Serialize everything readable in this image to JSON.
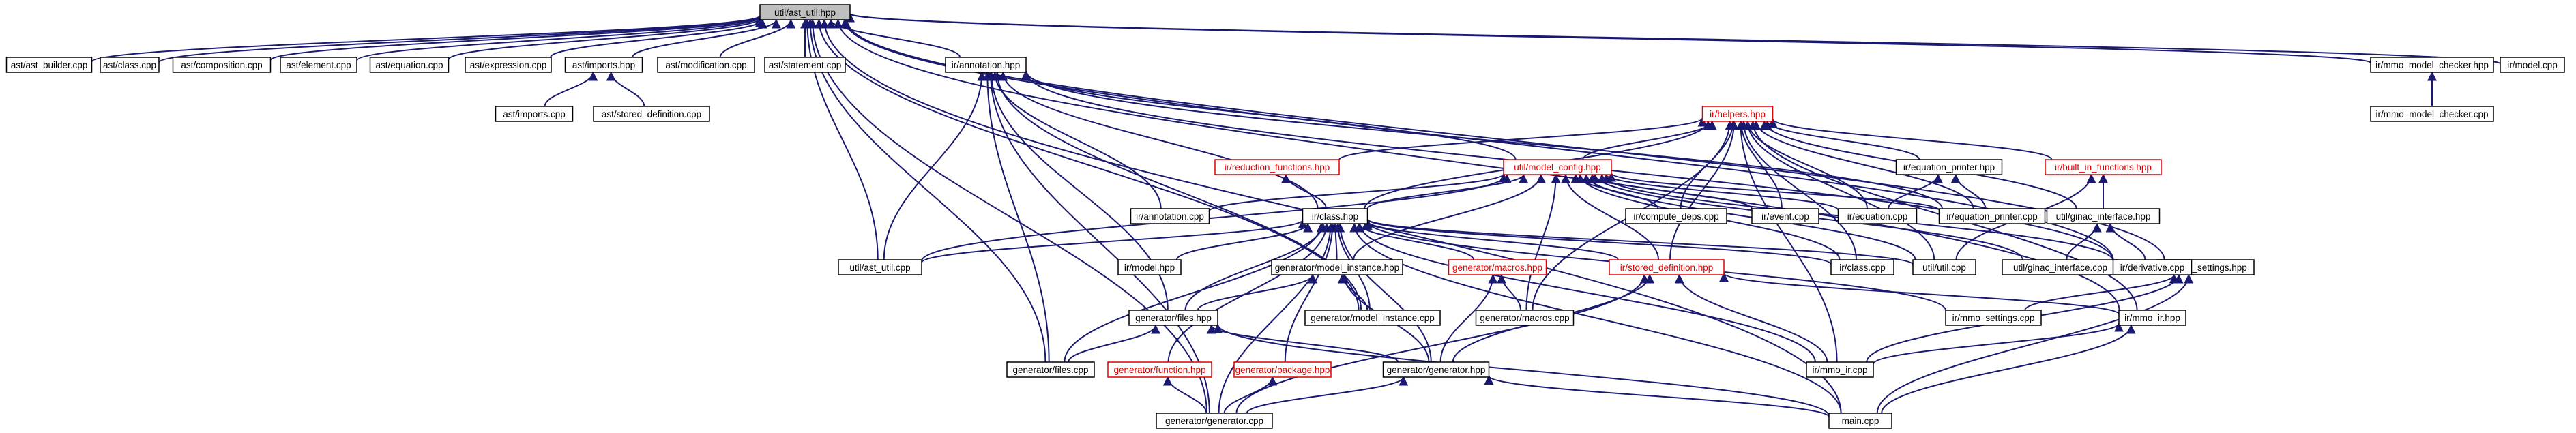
{
  "diagram": {
    "title": "",
    "nodes": [
      {
        "id": "root",
        "label": "util/ast_util.hpp",
        "style": "root"
      },
      {
        "id": "ast_builder_cpp",
        "label": "ast/ast_builder.cpp"
      },
      {
        "id": "ast_class_cpp",
        "label": "ast/class.cpp"
      },
      {
        "id": "ast_composition_cpp",
        "label": "ast/composition.cpp"
      },
      {
        "id": "ast_element_cpp",
        "label": "ast/element.cpp"
      },
      {
        "id": "ast_equation_cpp",
        "label": "ast/equation.cpp"
      },
      {
        "id": "ast_expression_cpp",
        "label": "ast/expression.cpp"
      },
      {
        "id": "ast_imports_hpp",
        "label": "ast/imports.hpp"
      },
      {
        "id": "ast_modification_cpp",
        "label": "ast/modification.cpp"
      },
      {
        "id": "ast_statement_cpp",
        "label": "ast/statement.cpp"
      },
      {
        "id": "ir_annotation_hpp",
        "label": "ir/annotation.hpp"
      },
      {
        "id": "ir_mmo_model_checker_hpp",
        "label": "ir/mmo_model_checker.hpp"
      },
      {
        "id": "ir_model_cpp",
        "label": "ir/model.cpp"
      },
      {
        "id": "ast_imports_cpp",
        "label": "ast/imports.cpp"
      },
      {
        "id": "ast_stored_definition_cpp",
        "label": "ast/stored_definition.cpp"
      },
      {
        "id": "ir_mmo_model_checker_cpp",
        "label": "ir/mmo_model_checker.cpp"
      },
      {
        "id": "ir_helpers_hpp",
        "label": "ir/helpers.hpp",
        "style": "red"
      },
      {
        "id": "ir_reduction_functions_hpp",
        "label": "ir/reduction_functions.hpp",
        "style": "red"
      },
      {
        "id": "util_model_config_hpp",
        "label": "util/model_config.hpp",
        "style": "red"
      },
      {
        "id": "ir_equation_printer_hpp",
        "label": "ir/equation_printer.hpp"
      },
      {
        "id": "ir_built_in_functions_hpp",
        "label": "ir/built_in_functions.hpp",
        "style": "red"
      },
      {
        "id": "ir_annotation_cpp",
        "label": "ir/annotation.cpp"
      },
      {
        "id": "ir_compute_deps_cpp",
        "label": "ir/compute_deps.cpp"
      },
      {
        "id": "ir_event_cpp",
        "label": "ir/event.cpp"
      },
      {
        "id": "ir_equation_cpp",
        "label": "ir/equation.cpp"
      },
      {
        "id": "ir_equation_printer_cpp",
        "label": "ir/equation_printer.cpp"
      },
      {
        "id": "util_ginac_interface_hpp",
        "label": "util/ginac_interface.hpp"
      },
      {
        "id": "ir_class_hpp",
        "label": "ir/class.hpp"
      },
      {
        "id": "ir_mmo_settings_hpp",
        "label": "ir/mmo_settings.hpp"
      },
      {
        "id": "util_ast_util_cpp",
        "label": "util/ast_util.cpp"
      },
      {
        "id": "ir_model_hpp",
        "label": "ir/model.hpp"
      },
      {
        "id": "generator_model_instance_hpp",
        "label": "generator/model_instance.hpp"
      },
      {
        "id": "generator_macros_hpp",
        "label": "generator/macros.hpp",
        "style": "red"
      },
      {
        "id": "ir_stored_definition_hpp",
        "label": "ir/stored_definition.hpp",
        "style": "red"
      },
      {
        "id": "ir_class_cpp",
        "label": "ir/class.cpp"
      },
      {
        "id": "util_util_cpp",
        "label": "util/util.cpp"
      },
      {
        "id": "util_ginac_interface_cpp",
        "label": "util/ginac_interface.cpp"
      },
      {
        "id": "ir_derivative_cpp",
        "label": "ir/derivative.cpp"
      },
      {
        "id": "generator_model_instance_cpp",
        "label": "generator/model_instance.cpp"
      },
      {
        "id": "generator_macros_cpp",
        "label": "generator/macros.cpp"
      },
      {
        "id": "ir_mmo_settings_cpp",
        "label": "ir/mmo_settings.cpp"
      },
      {
        "id": "ir_mmo_ir_hpp",
        "label": "ir/mmo_ir.hpp"
      },
      {
        "id": "generator_files_hpp",
        "label": "generator/files.hpp"
      },
      {
        "id": "generator_files_cpp",
        "label": "generator/files.cpp"
      },
      {
        "id": "generator_function_hpp",
        "label": "generator/function.hpp",
        "style": "red"
      },
      {
        "id": "generator_package_hpp",
        "label": "generator/package.hpp",
        "style": "red"
      },
      {
        "id": "generator_generator_hpp",
        "label": "generator/generator.hpp"
      },
      {
        "id": "ir_mmo_ir_cpp",
        "label": "ir/mmo_ir.cpp"
      },
      {
        "id": "generator_generator_cpp",
        "label": "generator/generator.cpp"
      },
      {
        "id": "main_cpp",
        "label": "main.cpp"
      }
    ],
    "edges": [
      [
        "ast_builder_cpp",
        "root"
      ],
      [
        "ast_class_cpp",
        "root"
      ],
      [
        "ast_composition_cpp",
        "root"
      ],
      [
        "ast_element_cpp",
        "root"
      ],
      [
        "ast_equation_cpp",
        "root"
      ],
      [
        "ast_expression_cpp",
        "root"
      ],
      [
        "ast_imports_hpp",
        "root"
      ],
      [
        "ast_modification_cpp",
        "root"
      ],
      [
        "ast_statement_cpp",
        "root"
      ],
      [
        "ir_annotation_hpp",
        "root"
      ],
      [
        "ir_mmo_model_checker_hpp",
        "root"
      ],
      [
        "ir_model_cpp",
        "root"
      ],
      [
        "ir_mmo_settings_hpp",
        "root"
      ],
      [
        "ir_mmo_ir_hpp",
        "root"
      ],
      [
        "util_ast_util_cpp",
        "root"
      ],
      [
        "ir_derivative_cpp",
        "root"
      ],
      [
        "main_cpp",
        "root"
      ],
      [
        "generator_files_cpp",
        "root"
      ],
      [
        "generator_generator_cpp",
        "root"
      ],
      [
        "generator_model_instance_cpp",
        "root"
      ],
      [
        "ast_imports_cpp",
        "ast_imports_hpp"
      ],
      [
        "ast_stored_definition_cpp",
        "ast_imports_hpp"
      ],
      [
        "ir_mmo_model_checker_cpp",
        "ir_mmo_model_checker_hpp"
      ],
      [
        "ir_annotation_cpp",
        "ir_annotation_hpp"
      ],
      [
        "ir_class_hpp",
        "ir_annotation_hpp"
      ],
      [
        "util_model_config_hpp",
        "ir_annotation_hpp"
      ],
      [
        "util_ast_util_cpp",
        "ir_annotation_hpp"
      ],
      [
        "ir_derivative_cpp",
        "ir_annotation_hpp"
      ],
      [
        "ir_equation_printer_cpp",
        "ir_annotation_hpp"
      ],
      [
        "generator_files_hpp",
        "ir_annotation_hpp"
      ],
      [
        "generator_model_instance_cpp",
        "ir_annotation_hpp"
      ],
      [
        "generator_generator_cpp",
        "ir_annotation_hpp"
      ],
      [
        "generator_files_cpp",
        "ir_annotation_hpp"
      ],
      [
        "ir_reduction_functions_hpp",
        "ir_helpers_hpp"
      ],
      [
        "util_model_config_hpp",
        "ir_helpers_hpp"
      ],
      [
        "ir_compute_deps_cpp",
        "ir_helpers_hpp"
      ],
      [
        "ir_event_cpp",
        "ir_helpers_hpp"
      ],
      [
        "ir_equation_cpp",
        "ir_helpers_hpp"
      ],
      [
        "ir_equation_printer_hpp",
        "ir_helpers_hpp"
      ],
      [
        "ir_equation_printer_cpp",
        "ir_helpers_hpp"
      ],
      [
        "ir_built_in_functions_hpp",
        "ir_helpers_hpp"
      ],
      [
        "util_ginac_interface_hpp",
        "ir_helpers_hpp"
      ],
      [
        "ir_class_hpp",
        "ir_helpers_hpp"
      ],
      [
        "ir_stored_definition_hpp",
        "ir_helpers_hpp"
      ],
      [
        "ir_class_cpp",
        "ir_helpers_hpp"
      ],
      [
        "util_util_cpp",
        "ir_helpers_hpp"
      ],
      [
        "ir_mmo_ir_cpp",
        "ir_helpers_hpp"
      ],
      [
        "ir_mmo_ir_hpp",
        "ir_helpers_hpp"
      ],
      [
        "generator_macros_cpp",
        "ir_helpers_hpp"
      ],
      [
        "ir_equation_cpp",
        "ir_equation_printer_hpp"
      ],
      [
        "ir_equation_printer_cpp",
        "ir_equation_printer_hpp"
      ],
      [
        "util_ginac_interface_hpp",
        "ir_built_in_functions_hpp"
      ],
      [
        "util_util_cpp",
        "ir_built_in_functions_hpp"
      ],
      [
        "ir_class_hpp",
        "ir_reduction_functions_hpp"
      ],
      [
        "ir_class_hpp",
        "util_model_config_hpp"
      ],
      [
        "ir_annotation_cpp",
        "util_model_config_hpp"
      ],
      [
        "ir_compute_deps_cpp",
        "util_model_config_hpp"
      ],
      [
        "ir_event_cpp",
        "util_model_config_hpp"
      ],
      [
        "ir_equation_cpp",
        "util_model_config_hpp"
      ],
      [
        "ir_equation_printer_cpp",
        "util_model_config_hpp"
      ],
      [
        "ir_class_cpp",
        "util_model_config_hpp"
      ],
      [
        "util_util_cpp",
        "util_model_config_hpp"
      ],
      [
        "util_ginac_interface_cpp",
        "util_model_config_hpp"
      ],
      [
        "ir_derivative_cpp",
        "util_model_config_hpp"
      ],
      [
        "ir_stored_definition_hpp",
        "util_model_config_hpp"
      ],
      [
        "util_ast_util_cpp",
        "util_model_config_hpp"
      ],
      [
        "generator_model_instance_hpp",
        "util_model_config_hpp"
      ],
      [
        "generator_macros_cpp",
        "util_model_config_hpp"
      ],
      [
        "util_ginac_interface_cpp",
        "util_ginac_interface_hpp"
      ],
      [
        "ir_derivative_cpp",
        "util_ginac_interface_hpp"
      ],
      [
        "util_ast_util_cpp",
        "ir_class_hpp"
      ],
      [
        "ir_model_hpp",
        "ir_class_hpp"
      ],
      [
        "generator_model_instance_hpp",
        "ir_class_hpp"
      ],
      [
        "generator_macros_hpp",
        "ir_class_hpp"
      ],
      [
        "ir_stored_definition_hpp",
        "ir_class_hpp"
      ],
      [
        "ir_class_cpp",
        "ir_class_hpp"
      ],
      [
        "util_util_cpp",
        "ir_class_hpp"
      ],
      [
        "ir_mmo_settings_cpp",
        "ir_class_hpp"
      ],
      [
        "generator_files_hpp",
        "ir_class_hpp"
      ],
      [
        "generator_files_cpp",
        "ir_class_hpp"
      ],
      [
        "generator_function_hpp",
        "ir_class_hpp"
      ],
      [
        "generator_package_hpp",
        "ir_class_hpp"
      ],
      [
        "generator_generator_hpp",
        "ir_class_hpp"
      ],
      [
        "generator_generator_cpp",
        "ir_class_hpp"
      ],
      [
        "generator_model_instance_cpp",
        "ir_class_hpp"
      ],
      [
        "main_cpp",
        "ir_class_hpp"
      ],
      [
        "ir_mmo_ir_cpp",
        "ir_class_hpp"
      ],
      [
        "generator_files_hpp",
        "generator_model_instance_hpp"
      ],
      [
        "generator_model_instance_cpp",
        "generator_model_instance_hpp"
      ],
      [
        "generator_generator_hpp",
        "generator_model_instance_hpp"
      ],
      [
        "generator_macros_cpp",
        "generator_macros_hpp"
      ],
      [
        "generator_generator_hpp",
        "generator_macros_hpp"
      ],
      [
        "ir_mmo_ir_hpp",
        "ir_stored_definition_hpp"
      ],
      [
        "ir_mmo_ir_cpp",
        "ir_stored_definition_hpp"
      ],
      [
        "generator_generator_hpp",
        "ir_stored_definition_hpp"
      ],
      [
        "generator_generator_cpp",
        "ir_stored_definition_hpp"
      ],
      [
        "ir_mmo_settings_cpp",
        "ir_mmo_settings_hpp"
      ],
      [
        "ir_mmo_ir_cpp",
        "ir_mmo_settings_hpp"
      ],
      [
        "main_cpp",
        "ir_mmo_settings_hpp"
      ],
      [
        "ir_mmo_ir_cpp",
        "ir_mmo_ir_hpp"
      ],
      [
        "main_cpp",
        "ir_mmo_ir_hpp"
      ],
      [
        "generator_files_cpp",
        "generator_files_hpp"
      ],
      [
        "generator_generator_hpp",
        "generator_files_hpp"
      ],
      [
        "main_cpp",
        "generator_files_hpp"
      ],
      [
        "generator_generator_cpp",
        "generator_function_hpp"
      ],
      [
        "generator_generator_cpp",
        "generator_package_hpp"
      ],
      [
        "generator_generator_cpp",
        "generator_generator_hpp"
      ],
      [
        "main_cpp",
        "generator_generator_hpp"
      ]
    ]
  }
}
